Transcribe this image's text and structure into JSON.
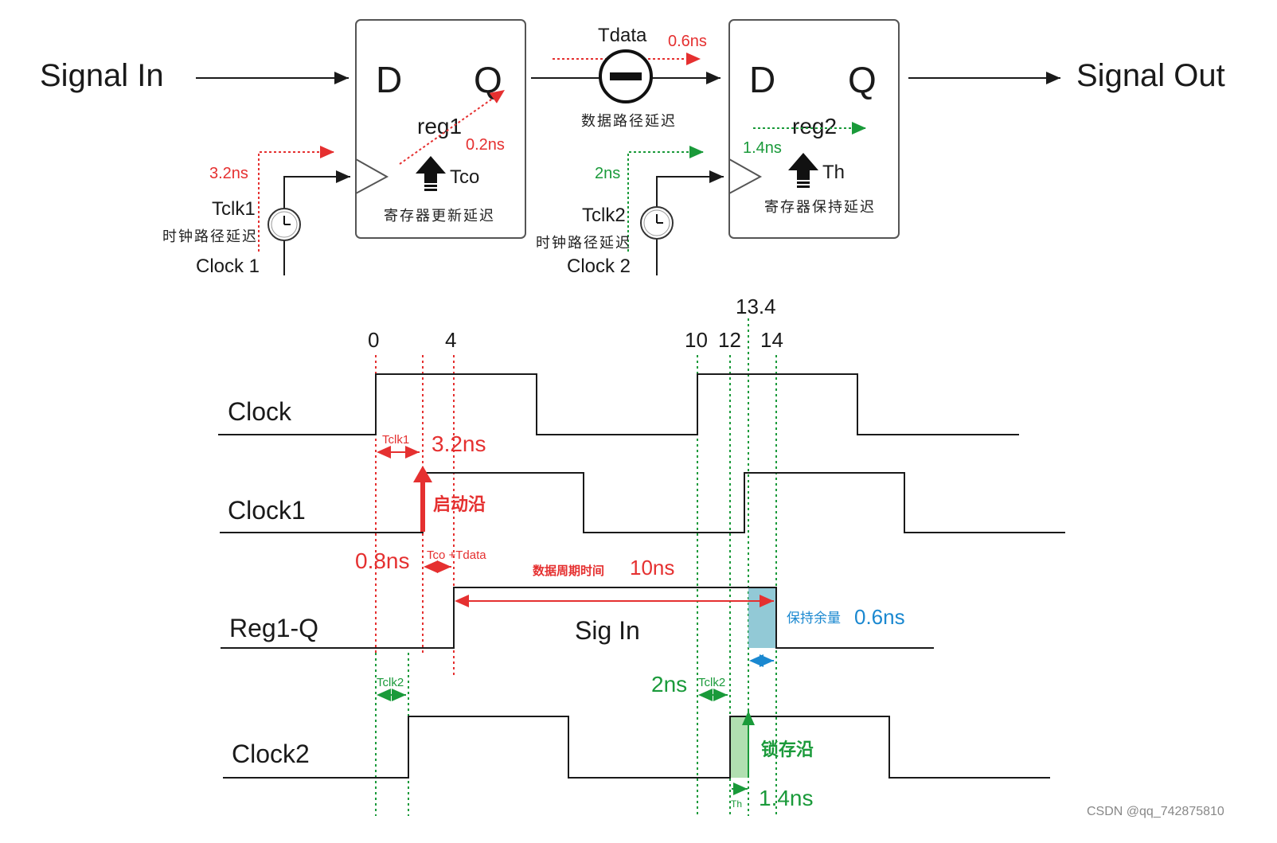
{
  "top": {
    "signal_in": "Signal In",
    "signal_out": "Signal Out",
    "reg1": {
      "d": "D",
      "q": "Q",
      "name": "reg1",
      "tco": "Tco",
      "delay_cn": "寄存器更新延迟",
      "tco_val": "0.2ns"
    },
    "reg2": {
      "d": "D",
      "q": "Q",
      "name": "reg2",
      "th": "Th",
      "delay_cn": "寄存器保持延迟",
      "th_val": "1.4ns"
    },
    "tdata": "Tdata",
    "tdata_val": "0.6ns",
    "datapath_cn": "数据路径延迟",
    "clk1": {
      "tclk": "Tclk1",
      "path_cn": "时钟路径延迟",
      "name": "Clock 1",
      "val": "3.2ns"
    },
    "clk2": {
      "tclk": "Tclk2",
      "path_cn": "时钟路径延迟",
      "name": "Clock 2",
      "val": "2ns"
    }
  },
  "timing": {
    "ticks": [
      "0",
      "4",
      "10",
      "12",
      "13.4",
      "14"
    ],
    "rows": [
      "Clock",
      "Clock1",
      "Reg1-Q",
      "Clock2"
    ],
    "tclk1_label": "Tclk1",
    "tclk1_val": "3.2ns",
    "launch_edge": "启动沿",
    "tco_tdata_val": "0.8ns",
    "tco_tdata_label": "Tco +Tdata",
    "data_period_cn": "数据周期时间",
    "data_period_val": "10ns",
    "sig_in": "Sig In",
    "hold_margin_cn": "保持余量",
    "hold_margin_val": "0.6ns",
    "tclk2_label_a": "Tclk2",
    "tclk2_label_b": "Tclk2",
    "tclk2_val": "2ns",
    "latch_edge": "锁存沿",
    "th_label": "Th",
    "th_val": "1.4ns"
  },
  "watermark": "CSDN @qq_742875810",
  "colors": {
    "red": "#e53030",
    "green": "#1a9a3a",
    "blue": "#1a88d0",
    "hold_fill": "#7fbfcf",
    "th_fill": "#a8dca8"
  }
}
